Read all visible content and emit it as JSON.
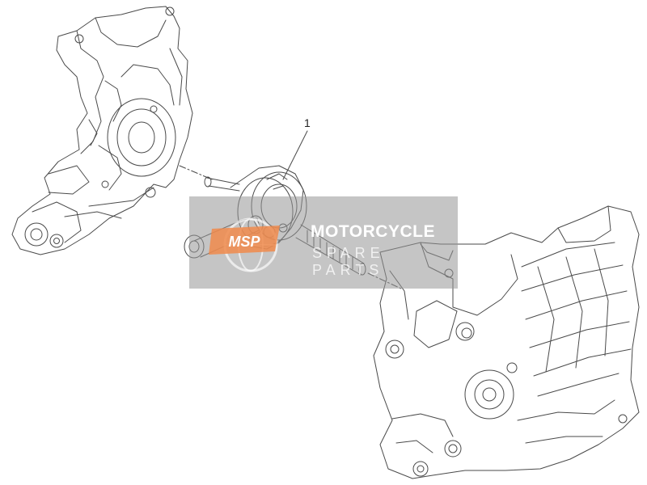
{
  "diagram": {
    "callout_number": "1"
  },
  "watermark": {
    "brand": "MOTORCYCLE",
    "subtitle": "SPARE PARTS",
    "logo_text": "MSP"
  },
  "colors": {
    "line": "#4a4a4a",
    "watermark_bg": "#969696",
    "logo_orange": "#f08a4b"
  }
}
